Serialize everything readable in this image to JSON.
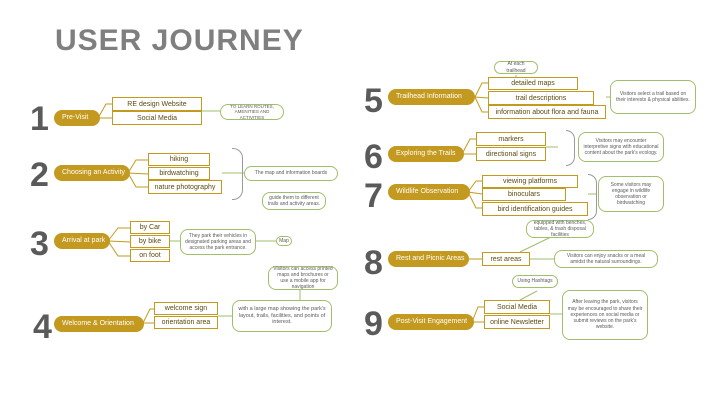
{
  "title": "USER JOURNEY",
  "stages": [
    {
      "num": "1",
      "label": "Pre-Visit",
      "items": [
        "RE design Website",
        "Social Media"
      ],
      "notes": [
        "TO LEARN ROUTES, AMENITIES AND ACTIVITIES"
      ]
    },
    {
      "num": "2",
      "label": "Choosing an Activity",
      "items": [
        "hiking",
        "birdwatching",
        "nature photography"
      ],
      "notes": [
        "The map and information boards",
        "guide them to different trails and activity areas."
      ]
    },
    {
      "num": "3",
      "label": "Arrival at park",
      "items": [
        "by Car",
        "by bike",
        "on foot"
      ],
      "notes": [
        "They park their vehicles in designated parking areas and access the park entrance.",
        "Map"
      ]
    },
    {
      "num": "4",
      "label": "Welcome & Orientation",
      "items": [
        "welcome sign",
        "orientation area"
      ],
      "notes": [
        "Visitors can access printed maps and brochures or use a mobile app for navigation",
        "with a large map showing the park's layout, trails, facilities, and points of interest."
      ]
    },
    {
      "num": "5",
      "label": "Trailhead Information",
      "items": [
        "detailed maps",
        "trail descriptions",
        "information about flora and fauna"
      ],
      "notes": [
        "At each trailhead",
        "Visitors select a trail based on their interests & physical abilities."
      ]
    },
    {
      "num": "6",
      "label": "Exploring the Trails",
      "items": [
        "markers",
        "directional signs"
      ],
      "notes": [
        "Visitors may encounter interpretive signs with educational content about the park's ecology."
      ]
    },
    {
      "num": "7",
      "label": "Wildlife Observation",
      "items": [
        "viewing platforms",
        "binoculars",
        "bird identification guides"
      ],
      "notes": [
        "Some visitors may engage in wildlife observation or birdwatching"
      ]
    },
    {
      "num": "8",
      "label": "Rest and Picnic Areas",
      "items": [
        "rest areas"
      ],
      "notes": [
        "equipped with benches, tables, & trash disposal facilities",
        "Visitors can enjoy snacks or a meal amidst the natural surroundings."
      ]
    },
    {
      "num": "9",
      "label": "Post-Visit Engagement",
      "items": [
        "Social Media",
        "online Newsletter"
      ],
      "notes": [
        "Using Hashtags",
        "After leaving the park, visitors may be encouraged to share their experiences on social media or submit reviews on the park's website."
      ]
    }
  ],
  "colors": {
    "stage": "#c39a1f",
    "box_border": "#c39a1f",
    "note_border": "#9fbf6a",
    "title": "#7f7f7f"
  }
}
